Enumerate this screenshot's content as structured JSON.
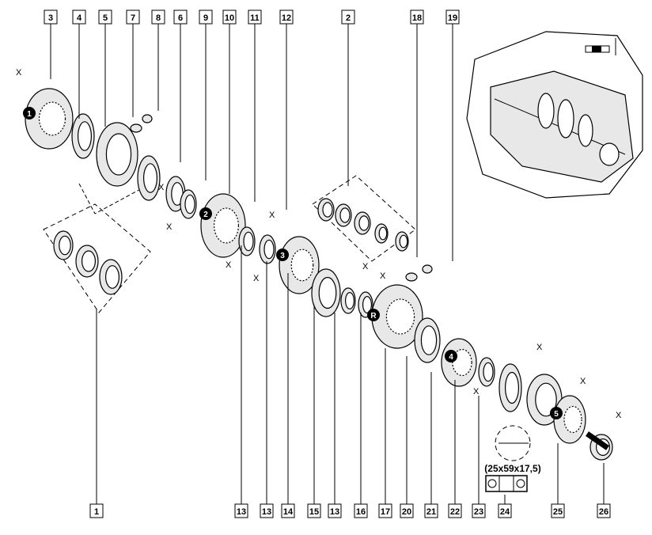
{
  "diagram": {
    "top_labels": [
      "3",
      "4",
      "5",
      "7",
      "8",
      "6",
      "9",
      "10",
      "11",
      "12",
      "2",
      "18",
      "19"
    ],
    "bottom_labels": [
      "1",
      "13",
      "13",
      "14",
      "15",
      "13",
      "16",
      "17",
      "20",
      "21",
      "22",
      "23",
      "24",
      "25",
      "26"
    ],
    "gear_markers": [
      "1",
      "2",
      "3",
      "R",
      "4",
      "5"
    ],
    "dimension_marker": "X",
    "bearing_spec": "(25x59x17,5)"
  }
}
